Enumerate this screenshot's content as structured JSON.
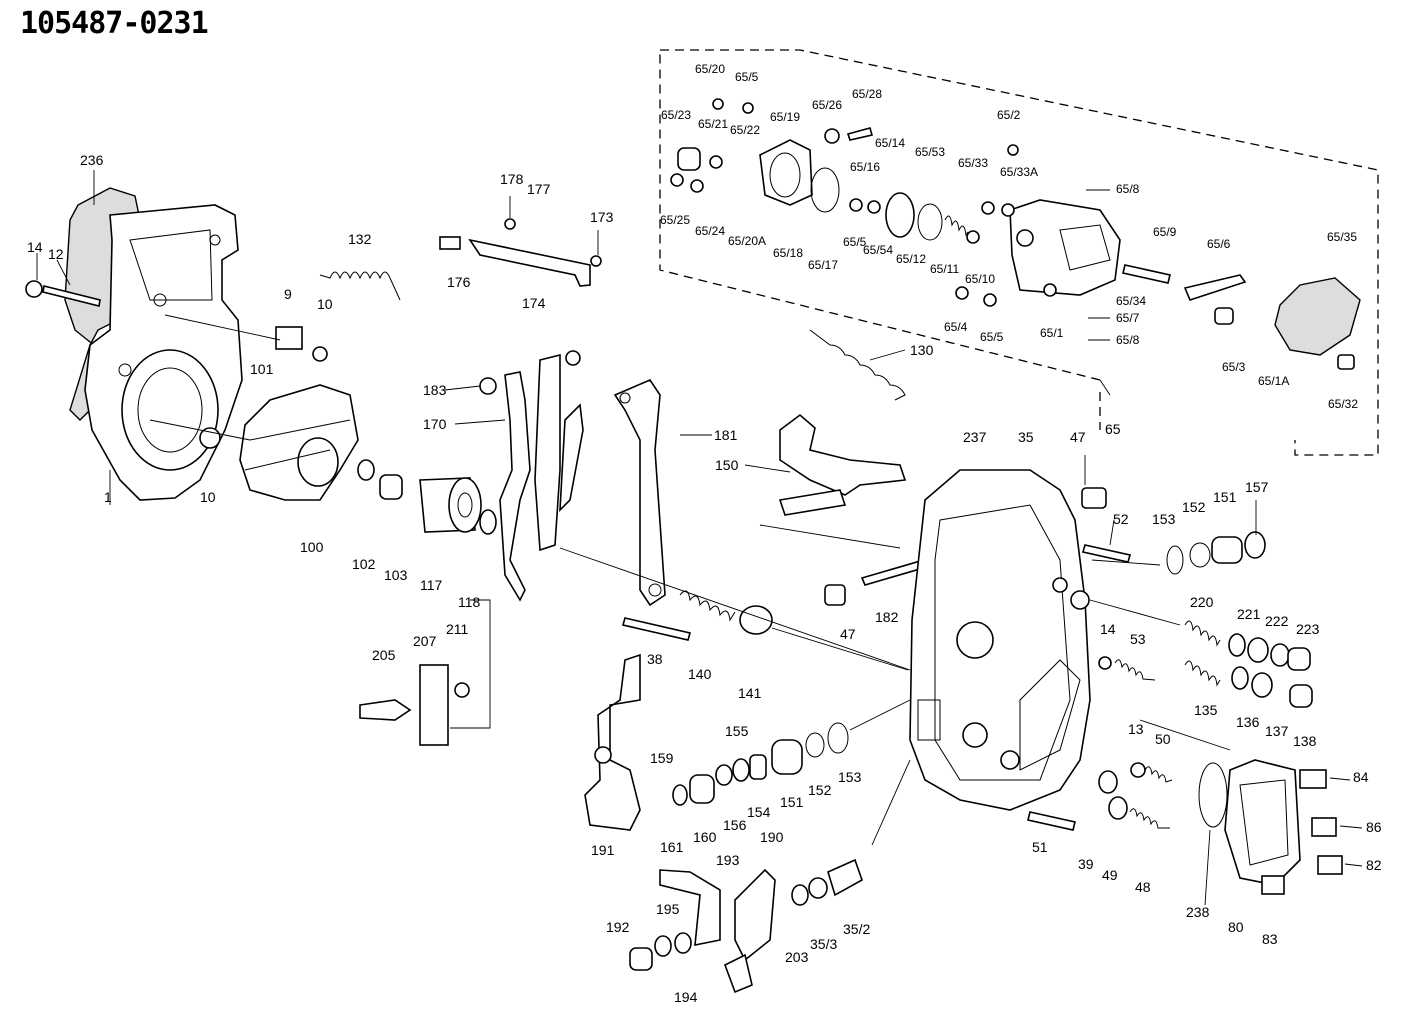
{
  "title": "105487-0231",
  "parts": [
    {
      "id": "p236",
      "label": "236"
    },
    {
      "id": "p14a",
      "label": "14"
    },
    {
      "id": "p12",
      "label": "12"
    },
    {
      "id": "p1",
      "label": "1"
    },
    {
      "id": "p10a",
      "label": "10"
    },
    {
      "id": "p9",
      "label": "9"
    },
    {
      "id": "p10b",
      "label": "10"
    },
    {
      "id": "p132",
      "label": "132"
    },
    {
      "id": "p101",
      "label": "101"
    },
    {
      "id": "p100",
      "label": "100"
    },
    {
      "id": "p102",
      "label": "102"
    },
    {
      "id": "p103",
      "label": "103"
    },
    {
      "id": "p117",
      "label": "117"
    },
    {
      "id": "p118",
      "label": "118"
    },
    {
      "id": "p176",
      "label": "176"
    },
    {
      "id": "p178",
      "label": "178"
    },
    {
      "id": "p177",
      "label": "177"
    },
    {
      "id": "p173",
      "label": "173"
    },
    {
      "id": "p174",
      "label": "174"
    },
    {
      "id": "p183",
      "label": "183"
    },
    {
      "id": "p170",
      "label": "170"
    },
    {
      "id": "p181",
      "label": "181"
    },
    {
      "id": "p150",
      "label": "150"
    },
    {
      "id": "p130",
      "label": "130"
    },
    {
      "id": "p205",
      "label": "205"
    },
    {
      "id": "p207",
      "label": "207"
    },
    {
      "id": "p211",
      "label": "211"
    },
    {
      "id": "p38",
      "label": "38"
    },
    {
      "id": "p140",
      "label": "140"
    },
    {
      "id": "p141",
      "label": "141"
    },
    {
      "id": "p182",
      "label": "182"
    },
    {
      "id": "p47a",
      "label": "47"
    },
    {
      "id": "p237",
      "label": "237"
    },
    {
      "id": "p35",
      "label": "35"
    },
    {
      "id": "p47b",
      "label": "47"
    },
    {
      "id": "p52",
      "label": "52"
    },
    {
      "id": "p153a",
      "label": "153"
    },
    {
      "id": "p152a",
      "label": "152"
    },
    {
      "id": "p151a",
      "label": "151"
    },
    {
      "id": "p157",
      "label": "157"
    },
    {
      "id": "p220",
      "label": "220"
    },
    {
      "id": "p221",
      "label": "221"
    },
    {
      "id": "p222",
      "label": "222"
    },
    {
      "id": "p223",
      "label": "223"
    },
    {
      "id": "p14b",
      "label": "14"
    },
    {
      "id": "p53",
      "label": "53"
    },
    {
      "id": "p135",
      "label": "135"
    },
    {
      "id": "p136",
      "label": "136"
    },
    {
      "id": "p137",
      "label": "137"
    },
    {
      "id": "p138",
      "label": "138"
    },
    {
      "id": "p159",
      "label": "159"
    },
    {
      "id": "p155",
      "label": "155"
    },
    {
      "id": "p191",
      "label": "191"
    },
    {
      "id": "p161",
      "label": "161"
    },
    {
      "id": "p160",
      "label": "160"
    },
    {
      "id": "p156",
      "label": "156"
    },
    {
      "id": "p154",
      "label": "154"
    },
    {
      "id": "p151b",
      "label": "151"
    },
    {
      "id": "p152b",
      "label": "152"
    },
    {
      "id": "p153b",
      "label": "153"
    },
    {
      "id": "p13",
      "label": "13"
    },
    {
      "id": "p50",
      "label": "50"
    },
    {
      "id": "p51",
      "label": "51"
    },
    {
      "id": "p39",
      "label": "39"
    },
    {
      "id": "p49",
      "label": "49"
    },
    {
      "id": "p48",
      "label": "48"
    },
    {
      "id": "p84",
      "label": "84"
    },
    {
      "id": "p86",
      "label": "86"
    },
    {
      "id": "p82",
      "label": "82"
    },
    {
      "id": "p238",
      "label": "238"
    },
    {
      "id": "p80",
      "label": "80"
    },
    {
      "id": "p83",
      "label": "83"
    },
    {
      "id": "p193",
      "label": "193"
    },
    {
      "id": "p190",
      "label": "190"
    },
    {
      "id": "p195",
      "label": "195"
    },
    {
      "id": "p192",
      "label": "192"
    },
    {
      "id": "p194",
      "label": "194"
    },
    {
      "id": "p203",
      "label": "203"
    },
    {
      "id": "p35_3",
      "label": "35/3"
    },
    {
      "id": "p35_2",
      "label": "35/2"
    },
    {
      "id": "p65",
      "label": "65"
    },
    {
      "id": "p65_20",
      "label": "65/20"
    },
    {
      "id": "p65_5a",
      "label": "65/5"
    },
    {
      "id": "p65_23",
      "label": "65/23"
    },
    {
      "id": "p65_21",
      "label": "65/21"
    },
    {
      "id": "p65_22",
      "label": "65/22"
    },
    {
      "id": "p65_19",
      "label": "65/19"
    },
    {
      "id": "p65_26",
      "label": "65/26"
    },
    {
      "id": "p65_28",
      "label": "65/28"
    },
    {
      "id": "p65_14",
      "label": "65/14"
    },
    {
      "id": "p65_53",
      "label": "65/53"
    },
    {
      "id": "p65_2",
      "label": "65/2"
    },
    {
      "id": "p65_33",
      "label": "65/33"
    },
    {
      "id": "p65_33a",
      "label": "65/33A"
    },
    {
      "id": "p65_16",
      "label": "65/16"
    },
    {
      "id": "p65_8a",
      "label": "65/8"
    },
    {
      "id": "p65_25",
      "label": "65/25"
    },
    {
      "id": "p65_24",
      "label": "65/24"
    },
    {
      "id": "p65_20a",
      "label": "65/20A"
    },
    {
      "id": "p65_18",
      "label": "65/18"
    },
    {
      "id": "p65_17",
      "label": "65/17"
    },
    {
      "id": "p65_5b",
      "label": "65/5"
    },
    {
      "id": "p65_54",
      "label": "65/54"
    },
    {
      "id": "p65_12",
      "label": "65/12"
    },
    {
      "id": "p65_11",
      "label": "65/11"
    },
    {
      "id": "p65_10",
      "label": "65/10"
    },
    {
      "id": "p65_9",
      "label": "65/9"
    },
    {
      "id": "p65_6a",
      "label": "65/6"
    },
    {
      "id": "p65_35",
      "label": "65/35"
    },
    {
      "id": "p65_4",
      "label": "65/4"
    },
    {
      "id": "p65_5c",
      "label": "65/5"
    },
    {
      "id": "p65_1",
      "label": "65/1"
    },
    {
      "id": "p65_34",
      "label": "65/34"
    },
    {
      "id": "p65_7",
      "label": "65/7"
    },
    {
      "id": "p65_8b",
      "label": "65/8"
    },
    {
      "id": "p65_3",
      "label": "65/3"
    },
    {
      "id": "p65_1a",
      "label": "65/1A"
    },
    {
      "id": "p65_32",
      "label": "65/32"
    }
  ]
}
